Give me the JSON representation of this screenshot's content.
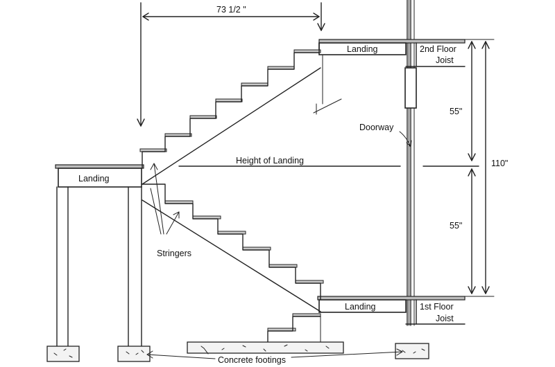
{
  "labels": {
    "top_width": "73 1/2 \"",
    "landing_upper": "Landing",
    "second_floor_line1": "2nd Floor",
    "second_floor_line2": "Joist",
    "doorway": "Doorway",
    "upper_rise": "55\"",
    "total_height": "110\"",
    "height_of_landing": "Height of Landing",
    "landing_middle": "Landing",
    "stringers": "Stringers",
    "lower_rise": "55\"",
    "landing_lower": "Landing",
    "first_floor_line1": "1st Floor",
    "first_floor_line2": "Joist",
    "concrete_footings": "Concrete footings"
  },
  "colors": {
    "ink": "#222222",
    "tread_fill": "#c9c9c9",
    "background": "#ffffff"
  }
}
